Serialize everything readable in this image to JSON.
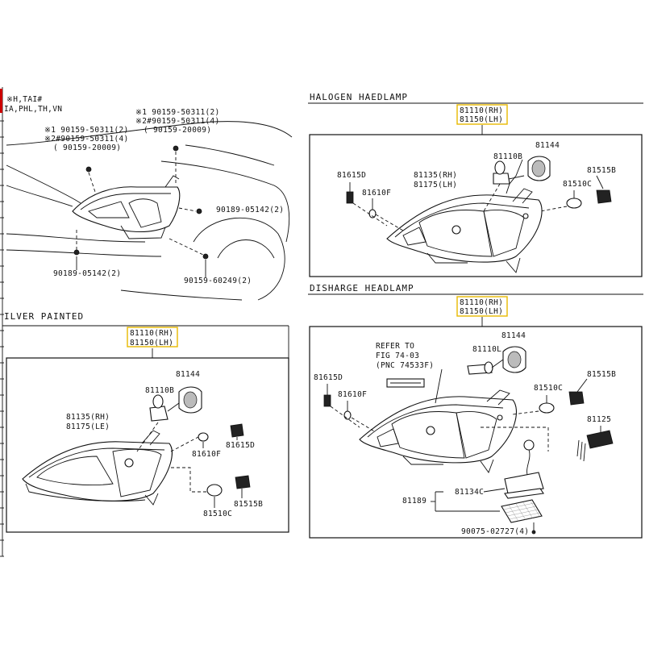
{
  "left_margin": {
    "tick_color": "#cc0000"
  },
  "top_left": {
    "note_line1": "※H,TAI#",
    "note_line2": "IA,PHL,TH,VN",
    "callout_a_line1": "※1  90159-50311(2)",
    "callout_a_line2": "※2#90159-50311(4)",
    "callout_a_line3": "( 90159-20009)",
    "callout_b_line1": "※1  90159-50311(2)",
    "callout_b_line2": "※2#90159-50311(4)",
    "callout_b_line3": "( 90159-20009)",
    "label_right_bolt": "90189-05142(2)",
    "label_bottom_left": "90189-05142(2)",
    "label_bottom_right": "90159-60249(2)"
  },
  "halogen": {
    "title": "HALOGEN HAEDLAMP",
    "assy_rh": "81110(RH)",
    "assy_lh": "81150(LH)",
    "p81144": "81144",
    "p81110b": "81110B",
    "p81615d": "81615D",
    "p81135": "81135(RH)",
    "p81175": "81175(LH)",
    "p81610f": "81610F",
    "p81510c": "81510C",
    "p81515b": "81515B"
  },
  "silver": {
    "title": "ILVER PAINTED",
    "assy_rh": "81110(RH)",
    "assy_lh": "81150(LH)",
    "p81144": "81144",
    "p81110b": "81110B",
    "p81135": "81135(RH)",
    "p81175": "81175(LE)",
    "p81615d": "81615D",
    "p81610f": "81610F",
    "p81510c": "81510C",
    "p81515b": "81515B"
  },
  "discharge": {
    "title": "DISHARGE HEADLAMP",
    "assy_rh": "81110(RH)",
    "assy_lh": "81150(LH)",
    "p81144": "81144",
    "p81110l": "81110L",
    "refer_line1": "REFER TO",
    "refer_line2": "FIG 74-03",
    "refer_line3": "(PNC 74533F)",
    "p81615d": "81615D",
    "p81610f": "81610F",
    "p81510c": "81510C",
    "p81515b": "81515B",
    "p81125": "81125",
    "p81134c": "81134C",
    "p81189": "81189",
    "p90075": "90075-02727(4)"
  }
}
